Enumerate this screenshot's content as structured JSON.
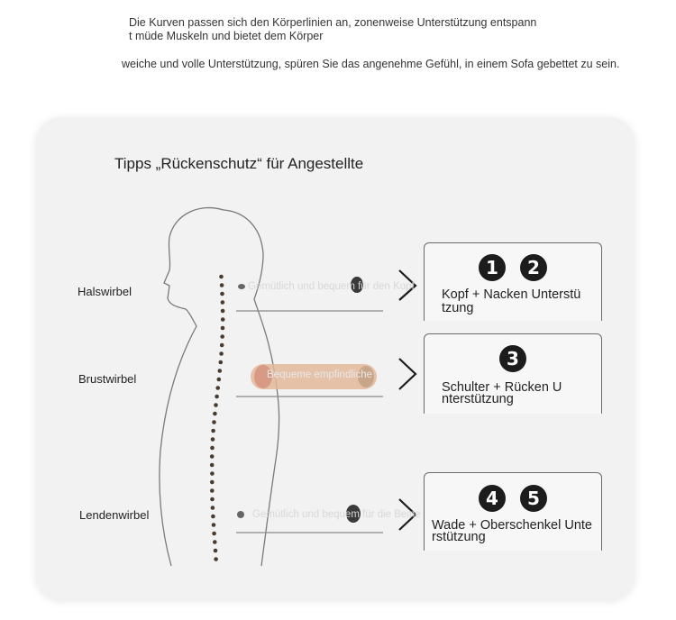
{
  "intro": {
    "line1": "Die Kurven passen sich den Körperlinien an, zonenweise Unterstützung entspann",
    "line2": "t müde Muskeln und bietet dem Körper",
    "line3": "weiche und volle Unterstützung, spüren Sie das angenehme Gefühl, in einem Sofa gebettet zu sein."
  },
  "title": "Tipps „Rückenschutz“ für Angestellte",
  "zones": [
    {
      "label": "Halswirbel",
      "badges": [
        "1",
        "2"
      ],
      "text_l1": "Kopf + Nacken Unterstü",
      "text_l2": "tzung",
      "pillow_label": "Gemütlich und bequem für den Kopf"
    },
    {
      "label": "Brustwirbel",
      "badges": [
        "3"
      ],
      "text_l1": "Schulter + Rücken U",
      "text_l2": "nterstützung",
      "pillow_label": "Bequeme empfindliche"
    },
    {
      "label": "Lendenwirbel",
      "badges": [
        "4",
        "5"
      ],
      "text_l1": "Wade + Oberschenkel Unte",
      "text_l2": "rstützung",
      "pillow_label": "Gemütlich und bequem für die Beine"
    }
  ],
  "colors": {
    "card": "#f2f2f2",
    "spine": "#4a3b2f",
    "badge": "#1c1c1c",
    "pillow": "#e3b99b"
  }
}
